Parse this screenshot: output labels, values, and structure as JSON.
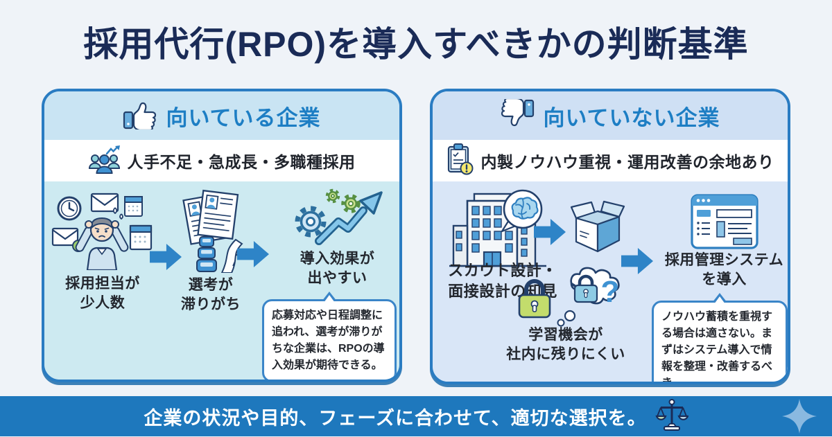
{
  "title": "採用代行(RPO)を導入すべきかの判断基準",
  "palette": {
    "title_navy": "#1a2b57",
    "accent_blue": "#2e84c7",
    "header_text_blue": "#1d7ec4",
    "panel_border": "#2a7cc2",
    "left_body_bg": "#cdeaf1",
    "right_body_bg": "#d9e6f7",
    "footer_bg": "#1e78bd",
    "note_border": "#3a85c8",
    "status_green": "#c3dc6c",
    "status_yellow": "#f5e86e"
  },
  "left_panel": {
    "header": "向いている企業",
    "header_icon": "thumbs-up-icon",
    "subtitle": "人手不足・急成長・多職種採用",
    "subtitle_icon": "people-growth-icon",
    "steps": [
      {
        "icon": "overworked-recruiter-icon",
        "label_line1": "採用担当が",
        "label_line2": "少人数"
      },
      {
        "icon": "resume-backlog-icon",
        "label_line1": "選考が",
        "label_line2": "滞りがち"
      },
      {
        "icon": "gears-growth-icon",
        "label_line1": "導入効果が",
        "label_line2": "出やすい"
      }
    ],
    "note": "応募対応や日程調整に追われ、選考が滞りがちな企業は、RPOの導入効果が期待できる。"
  },
  "right_panel": {
    "header": "向いていない企業",
    "header_icon": "thumbs-down-icon",
    "subtitle": "内製ノウハウ重視・運用改善の余地あり",
    "subtitle_icon": "clipboard-alert-icon",
    "steps": [
      {
        "icon": "company-knowledge-icon",
        "label_line1": "スカウト設計・",
        "label_line2": "面接設計の知見"
      },
      {
        "icon": "locked-knowledge-icon",
        "label_line1": "学習機会が",
        "label_line2": "社内に残りにくい"
      },
      {
        "icon": "ats-system-icon",
        "label_line1": "採用管理システム",
        "label_line2": "を導入"
      }
    ],
    "note": "ノウハウ蓄積を重視する場合は適さない。まずはシステム導入で情報を整理・改善するべき。"
  },
  "footer": {
    "text": "企業の状況や目的、フェーズに合わせて、適切な選択を。",
    "icon": "scales-icon",
    "decoration": "sparkle-icon"
  }
}
